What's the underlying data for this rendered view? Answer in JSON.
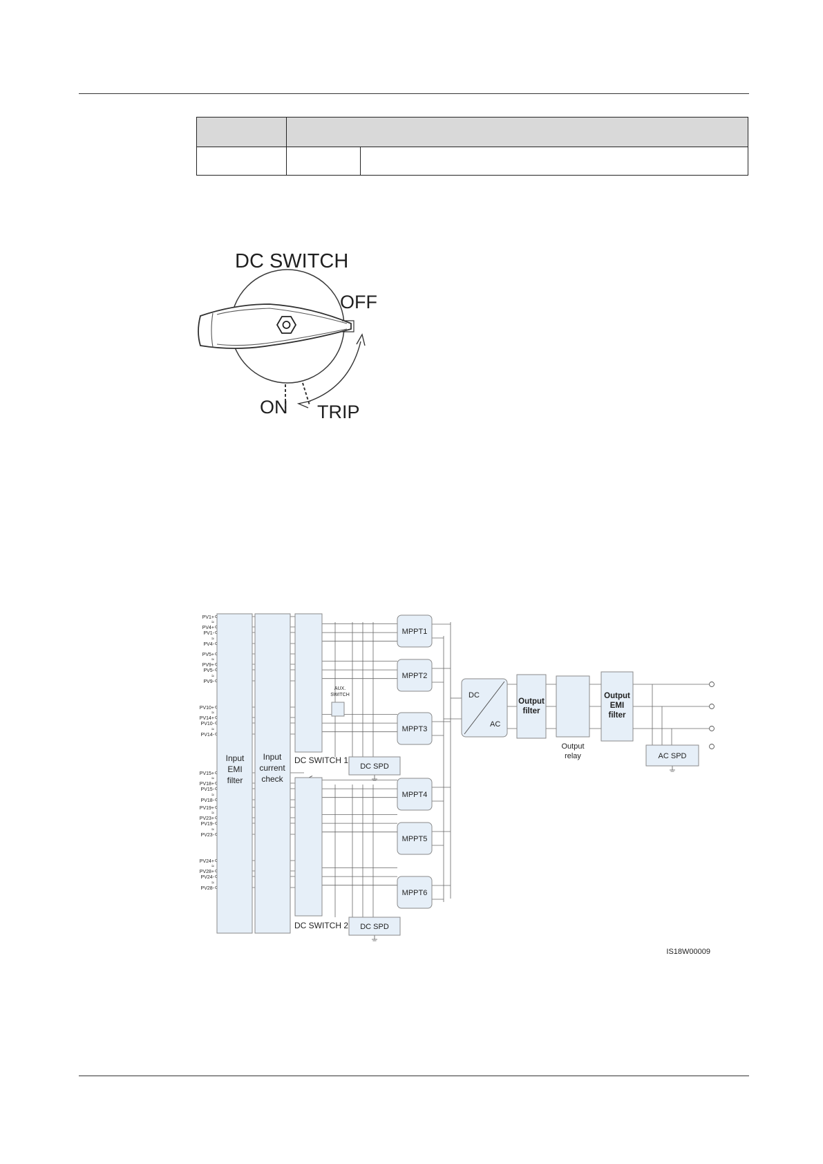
{
  "table": {
    "header_cells": [
      "",
      ""
    ],
    "row_cells": [
      "",
      "",
      ""
    ]
  },
  "dc_switch_figure": {
    "title": "DC SWITCH",
    "label_off": "OFF",
    "label_on": "ON",
    "label_trip": "TRIP"
  },
  "circuit": {
    "pv_groups": [
      [
        "PV1+",
        "≈",
        "PV4+",
        "PV1-",
        "≈",
        "PV4-"
      ],
      [
        "PV5+",
        "≈",
        "PV9+",
        "PV5-",
        "≈",
        "PV9-"
      ],
      [
        "PV10+",
        "≈",
        "PV14+",
        "PV10-",
        "≈",
        "PV14-"
      ],
      [
        "PV15+",
        "≈",
        "PV18+",
        "PV15-",
        "≈",
        "PV18-"
      ],
      [
        "PV19+",
        "≈",
        "PV23+",
        "PV19-",
        "≈",
        "PV23-"
      ],
      [
        "PV24+",
        "≈",
        "PV28+",
        "PV24-",
        "≈",
        "PV28-"
      ]
    ],
    "input_emi_filter": [
      "Input",
      "EMI",
      "filter"
    ],
    "input_current_check": [
      "Input",
      "current",
      "check"
    ],
    "dc_switch_1": "DC SWITCH 1",
    "dc_switch_2": "DC SWITCH 2",
    "aux_switch": [
      "AUX.",
      "SWITCH"
    ],
    "dc_spd": "DC SPD",
    "mppt": [
      "MPPT1",
      "MPPT2",
      "MPPT3",
      "MPPT4",
      "MPPT5",
      "MPPT6"
    ],
    "inverter_dc": "DC",
    "inverter_ac": "AC",
    "output_filter": [
      "Output",
      "filter"
    ],
    "output_relay": [
      "Output",
      "relay"
    ],
    "output_emi_filter": [
      "Output",
      "EMI",
      "filter"
    ],
    "ac_spd": "AC SPD",
    "figure_id": "IS18W00009"
  },
  "colors": {
    "block_fill": "#e6eff8",
    "block_stroke": "#8a8a8a",
    "line": "#555555",
    "table_header": "#d9d9d9"
  }
}
